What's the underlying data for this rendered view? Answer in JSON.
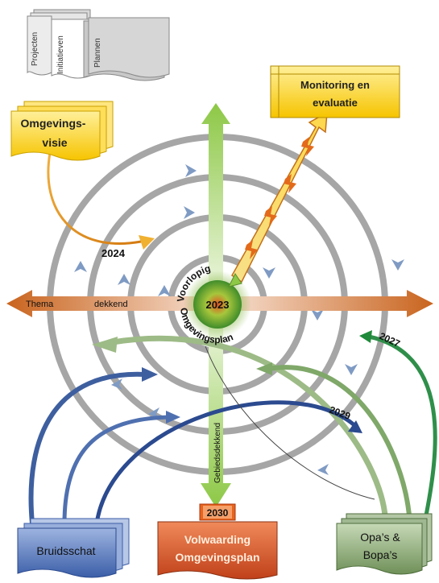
{
  "docs_stack": {
    "items": [
      "Projecten",
      "Initiatieven",
      "Plannen"
    ]
  },
  "boxes": {
    "monitoring": [
      "Monitoring en",
      "evaluatie"
    ],
    "omgevingsvisie": [
      "Omgevings-",
      "visie"
    ],
    "volwaarding": [
      "Volwaarding",
      "Omgevingsplan"
    ],
    "bruidsschat": "Bruidsschat",
    "opas": [
      "Opa’s &",
      "Bopa’s"
    ]
  },
  "axes": {
    "thema": "Thema",
    "dekkend": "dekkend",
    "gebiedsdekkend": "Gebiedsdekkend"
  },
  "center": {
    "year": "2023",
    "ring_top": "Voorlopig",
    "ring_bottom": "Omgevingsplan"
  },
  "years": {
    "y2024": "2024",
    "y2027": "2027",
    "y2029": "2029",
    "y2030": "2030"
  },
  "colors": {
    "yellow": "#FFD21F",
    "orange": "#C9641E",
    "green": "#8CCB4B",
    "blue": "#2F55A0",
    "gray": "#A8A8A8"
  }
}
